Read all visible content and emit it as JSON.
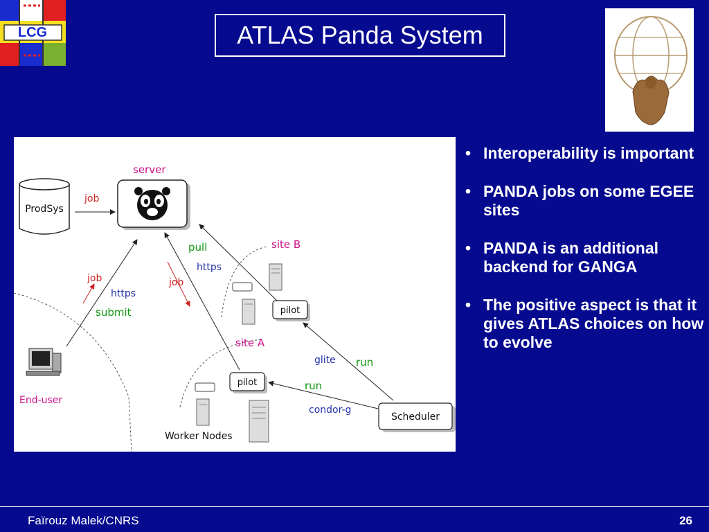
{
  "slide": {
    "title": "ATLAS Panda System",
    "logo_text": "LCG",
    "bullets": [
      "Interoperability is important",
      "PANDA jobs on some EGEE sites",
      "PANDA is an additional backend for GANGA",
      "The positive aspect is that it gives ATLAS choices on how to evolve"
    ],
    "footer": {
      "author": "Faïrouz Malek/CNRS",
      "page": "26"
    }
  },
  "diagram": {
    "server_label": "server",
    "prodsys_label": "ProdSys",
    "job_label_top": "job",
    "pull_label": "pull",
    "https_label_right": "https",
    "site_b_label": "site B",
    "job_label_left": "job",
    "https_label_left": "https",
    "submit_label": "submit",
    "job_label_mid": "job",
    "pilot_b_label": "pilot",
    "site_a_label": "site A",
    "glite_label": "glite",
    "run_label_upper": "run",
    "pilot_a_label": "pilot",
    "run_label_lower": "run",
    "condor_label": "condor-g",
    "scheduler_label": "Scheduler",
    "end_user_label": "End-user",
    "worker_nodes_label": "Worker Nodes"
  },
  "colors": {
    "background": "#050a8f",
    "label_pink": "#cc1188",
    "label_green": "#119911",
    "label_blue": "#2233aa",
    "arrow_red": "#cc2222"
  }
}
